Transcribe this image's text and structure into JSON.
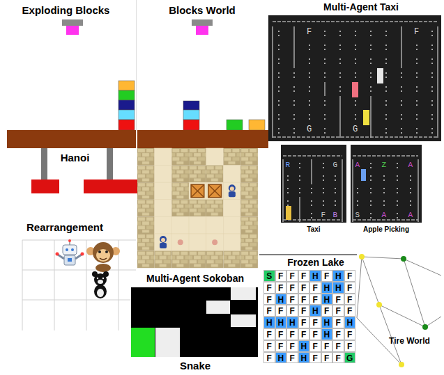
{
  "diagram": {
    "labels": [
      "Exploding Blocks",
      "Blocks World",
      "Multi-Agent Taxi",
      "F",
      "F",
      "G",
      "G",
      "Hanoi",
      "R",
      "G",
      "F",
      "B",
      "Taxi",
      "A",
      "Z",
      "A",
      "S",
      "A",
      "A",
      "Apple Picking",
      "Rearrangement",
      "Frozen Lake",
      "S",
      "F",
      "F",
      "F",
      "H",
      "F",
      "H",
      "F",
      "F",
      "F",
      "F",
      "F",
      "F",
      "H",
      "H",
      "F",
      "F",
      "H",
      "F",
      "F",
      "F",
      "H",
      "F",
      "F",
      "F",
      "F",
      "F",
      "F",
      "H",
      "F",
      "F",
      "F",
      "H",
      "H",
      "H",
      "F",
      "F",
      "H",
      "F",
      "H",
      "F",
      "F",
      "F",
      "F",
      "F",
      "H",
      "F",
      "F",
      "F",
      "F",
      "F",
      "H",
      "F",
      "F",
      "F",
      "F",
      "F",
      "H",
      "F",
      "H",
      "F",
      "F",
      "F",
      "G",
      "Multi-Agent Sokoban",
      "Snake",
      "Tire World"
    ]
  }
}
